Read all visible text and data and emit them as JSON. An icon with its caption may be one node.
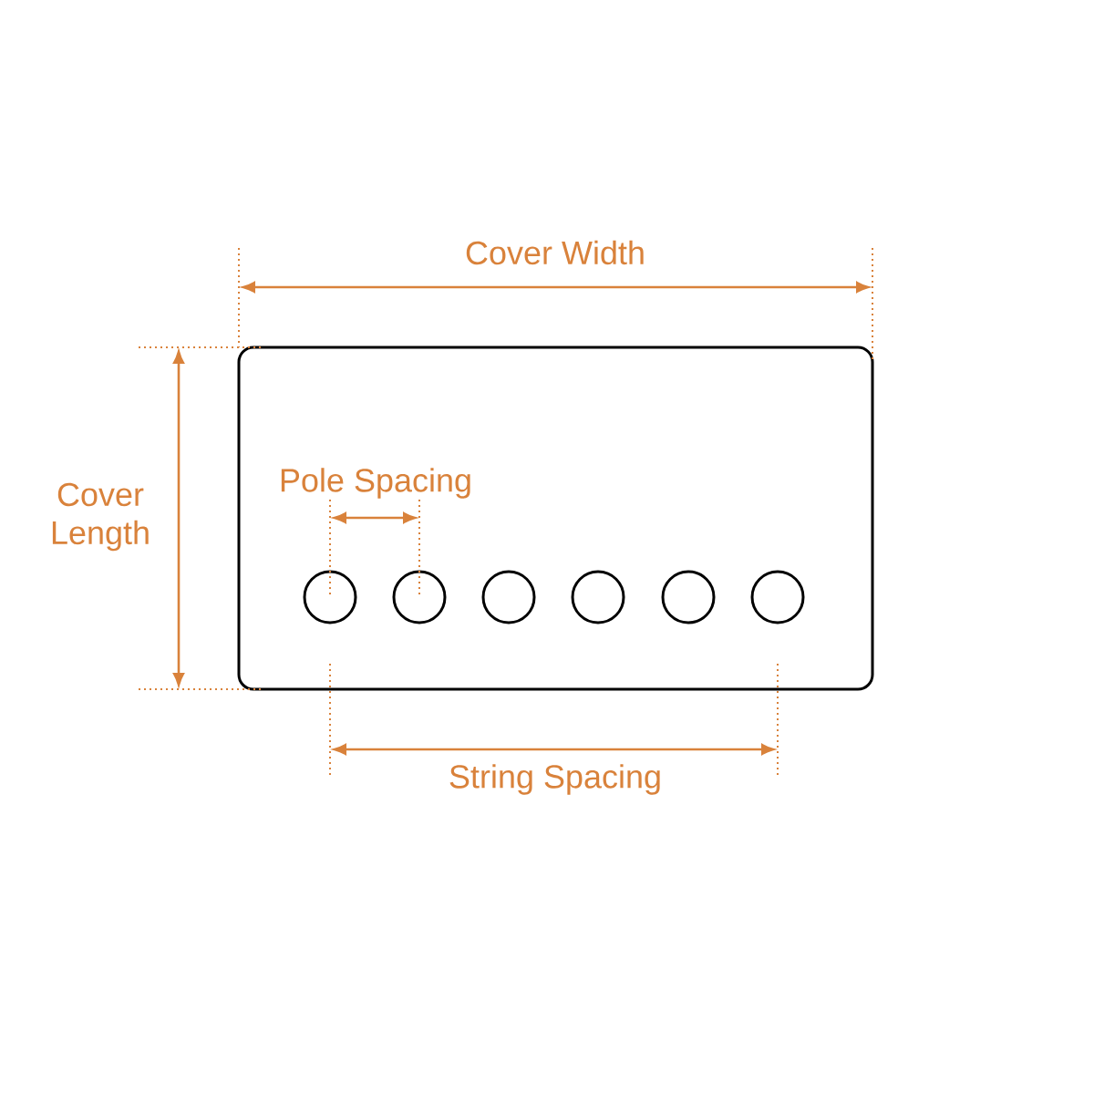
{
  "diagram": {
    "nodes": [
      {
        "text": [],
        "shape": "box"
      },
      {
        "text": [],
        "shape": "circle",
        "in": 0
      },
      {
        "text": [],
        "shape": "circle",
        "in": 0
      },
      {
        "text": [],
        "shape": "circle",
        "in": 0
      },
      {
        "text": [],
        "shape": "circle",
        "in": 0
      },
      {
        "text": [],
        "shape": "circle",
        "in": 0
      },
      {
        "text": [],
        "shape": "circle",
        "in": 0
      }
    ],
    "labels": [
      "Cover Width",
      "Cover Length",
      "Pole Spacing",
      "String Spacing"
    ]
  }
}
